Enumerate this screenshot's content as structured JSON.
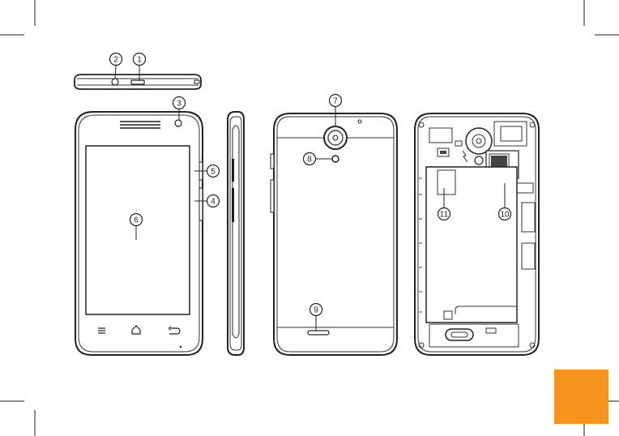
{
  "callouts": [
    {
      "id": "c1",
      "label": "1"
    },
    {
      "id": "c2",
      "label": "2"
    },
    {
      "id": "c3",
      "label": "3"
    },
    {
      "id": "c4",
      "label": "4"
    },
    {
      "id": "c5",
      "label": "5"
    },
    {
      "id": "c6",
      "label": "6"
    },
    {
      "id": "c7",
      "label": "7"
    },
    {
      "id": "c8",
      "label": "8"
    },
    {
      "id": "c9",
      "label": "9"
    },
    {
      "id": "c10",
      "label": "10"
    },
    {
      "id": "c11",
      "label": "11"
    }
  ],
  "colors": {
    "line": "#222222",
    "accent_block": "#F7941D",
    "background": "#ffffff"
  }
}
